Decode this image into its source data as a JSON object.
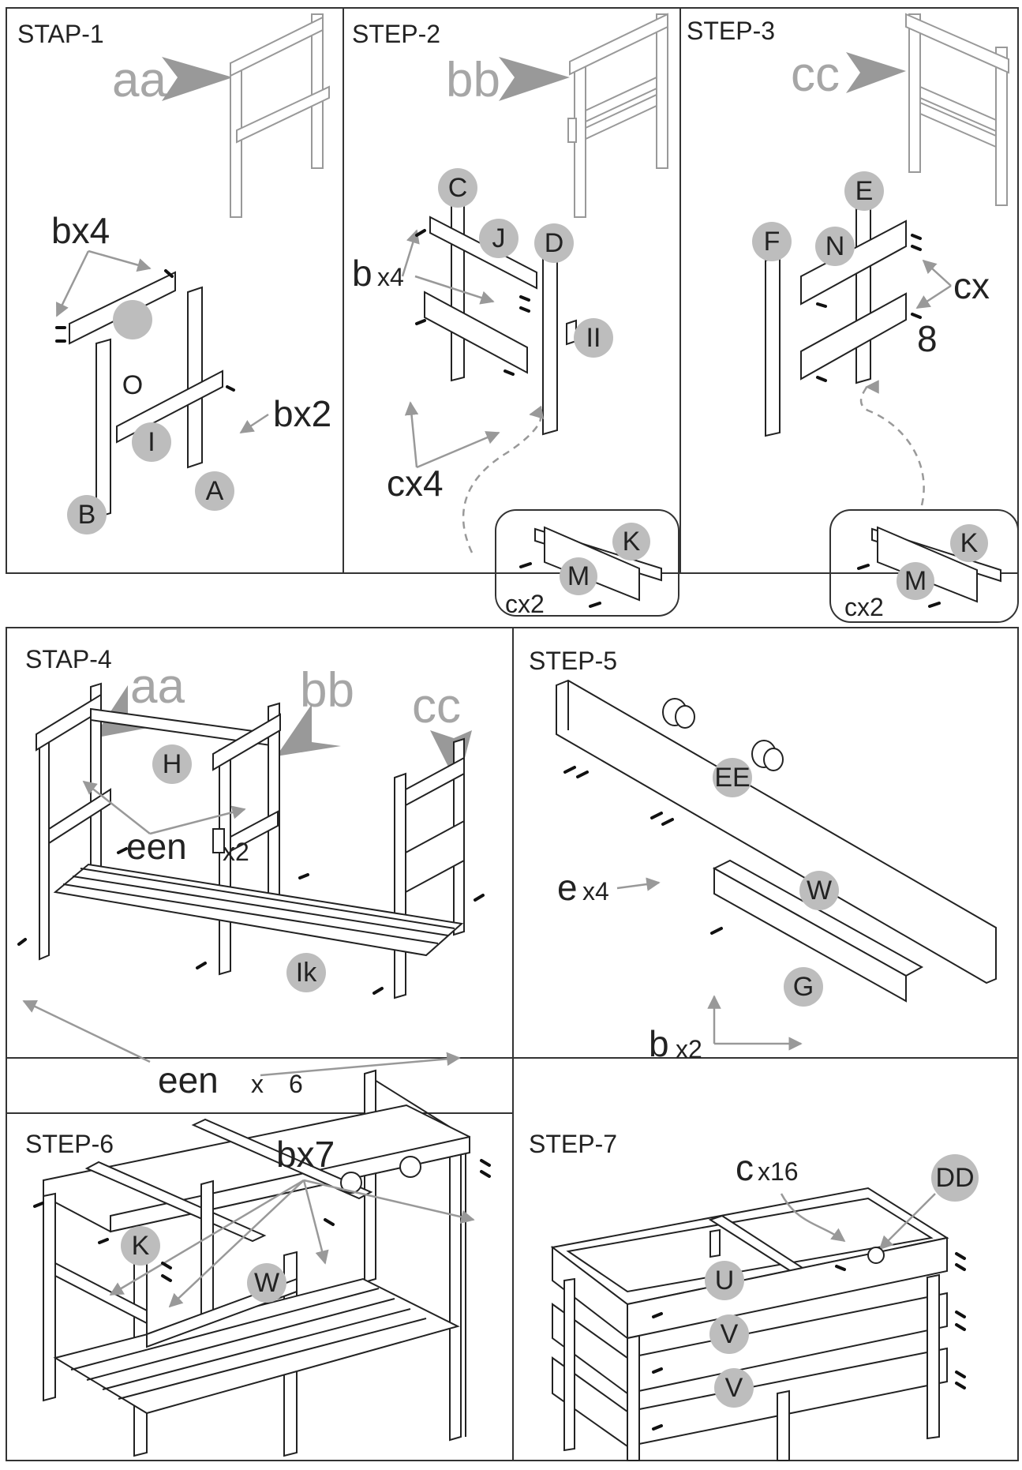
{
  "steps": {
    "s1": "STAP-1",
    "s2": "STEP-2",
    "s3": "STEP-3",
    "s4": "STAP-4",
    "s5": "STEP-5",
    "s6": "STEP-6",
    "s7": "STEP-7"
  },
  "frames": {
    "aa": "aa",
    "bb": "bb",
    "cc": "cc"
  },
  "parts": {
    "A": "A",
    "B": "B",
    "C": "C",
    "D": "D",
    "E": "E",
    "F": "F",
    "G": "G",
    "H": "H",
    "I": "I",
    "II": "II",
    "J": "J",
    "K": "K",
    "M": "M",
    "N": "N",
    "O": "O",
    "W": "W",
    "U": "U",
    "V": "V",
    "EE": "EE",
    "DD": "DD",
    "Ik": "Ik"
  },
  "hardware": {
    "s1_top": "bx4",
    "s1_mid": "bx2",
    "s2_b": "b",
    "s2_b_qty": "x4",
    "s2_c": "cx4",
    "s2_box_c": "cx2",
    "s3_c": "cx",
    "s3_8": "8",
    "s3_box_c": "cx2",
    "s4_een": "een",
    "s4_een_qty": "x2",
    "s4_een_bottom": "een",
    "s4_x": "x",
    "s4_6": "6",
    "s5_e": "e",
    "s5_e_qty": "x4",
    "s5_b": "b",
    "s5_b_qty": "x2",
    "s6_b": "bx7",
    "s7_c": "c",
    "s7_c_qty": "x16"
  },
  "colors": {
    "line": "#222222",
    "arrow": "#999999",
    "bubble": "#bdbdbd",
    "ghost_text": "#a6a6a6"
  }
}
